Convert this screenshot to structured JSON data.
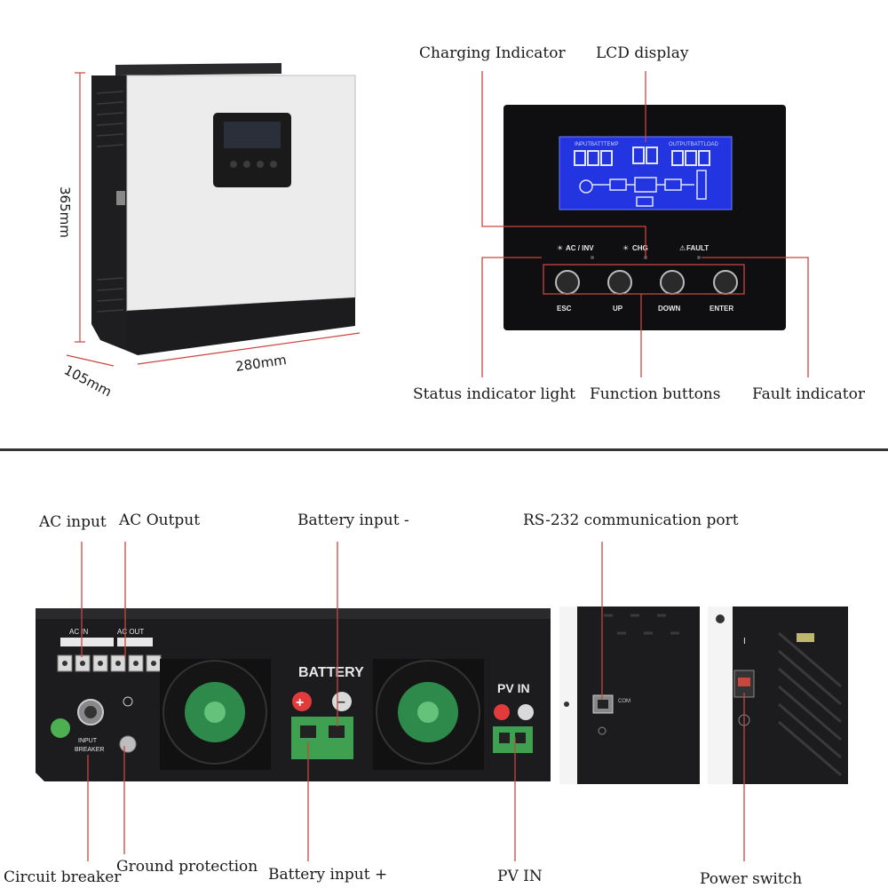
{
  "colors": {
    "accent_line": "#c8463f",
    "unit_white": "#e8e8e8",
    "unit_black": "#1c1c1e",
    "lcd_blue": "#2335e0",
    "terminal_green": "#3ea050"
  },
  "top_left": {
    "dim_height": "365mm",
    "dim_width": "280mm",
    "dim_depth": "105mm"
  },
  "top_right": {
    "label_charging_indicator": "Charging Indicator",
    "label_lcd_display": "LCD display",
    "label_status_indicator": "Status indicator light",
    "label_function_buttons": "Function buttons",
    "label_fault_indicator": "Fault indicator",
    "lcd_left_header": "INPUTBATTTEMP",
    "lcd_right_header": "OUTPUTBATTLOAD",
    "indicator_ac_inv": "AC / INV",
    "indicator_chg": "CHG",
    "indicator_fault": "FAULT",
    "btn_esc": "ESC",
    "btn_up": "UP",
    "btn_down": "DOWN",
    "btn_enter": "ENTER"
  },
  "bottom": {
    "label_ac_input": "AC input",
    "label_ac_output": "AC Output",
    "label_battery_minus": "Battery input -",
    "label_rs232": "RS-232 communication port",
    "label_circuit_breaker": "Circuit breaker",
    "label_ground": "Ground protection",
    "label_battery_plus": "Battery input +",
    "label_pv_in": "PV IN",
    "label_power_switch": "Power switch",
    "panel_ac_in": "AC IN",
    "panel_ac_out": "AC OUT",
    "panel_battery": "BATTERY",
    "panel_pv_in": "PV IN",
    "panel_input_breaker_1": "INPUT",
    "panel_input_breaker_2": "BREAKER",
    "panel_com": "COM",
    "panel_switch_mark": "I"
  }
}
